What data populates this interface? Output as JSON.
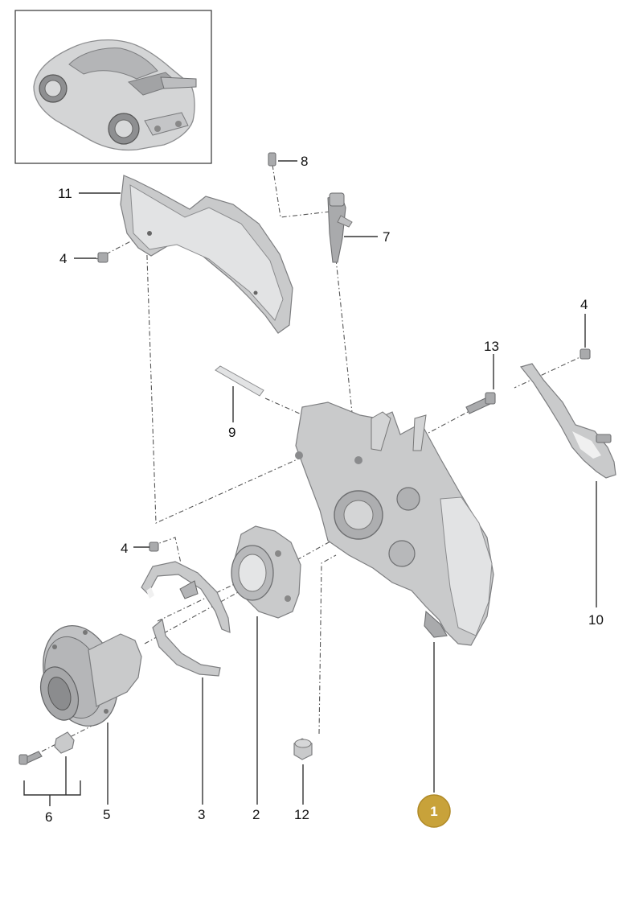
{
  "callouts": [
    "1",
    "2",
    "3",
    "4",
    "4",
    "4",
    "5",
    "6",
    "7",
    "8",
    "9",
    "10",
    "11",
    "12",
    "13"
  ],
  "highlight": {
    "label": "1",
    "color": "#c8a23a",
    "text_color": "#ffffff"
  },
  "thumbnail_icon": "car-thumbnail-icon"
}
